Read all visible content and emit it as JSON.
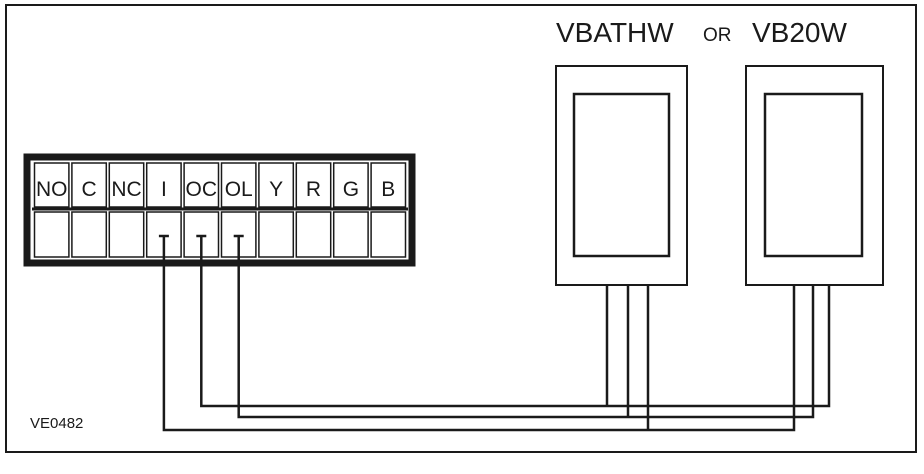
{
  "title": {
    "device_a": "VBATHW",
    "connector": "OR",
    "device_b": "VB20W"
  },
  "terminal_block": {
    "labels": [
      "NO",
      "C",
      "NC",
      "I",
      "OC",
      "OL",
      "Y",
      "R",
      "G",
      "B"
    ]
  },
  "figure_code": "VE0482",
  "colors": {
    "line": "#1a1a1a",
    "background": "#ffffff"
  }
}
